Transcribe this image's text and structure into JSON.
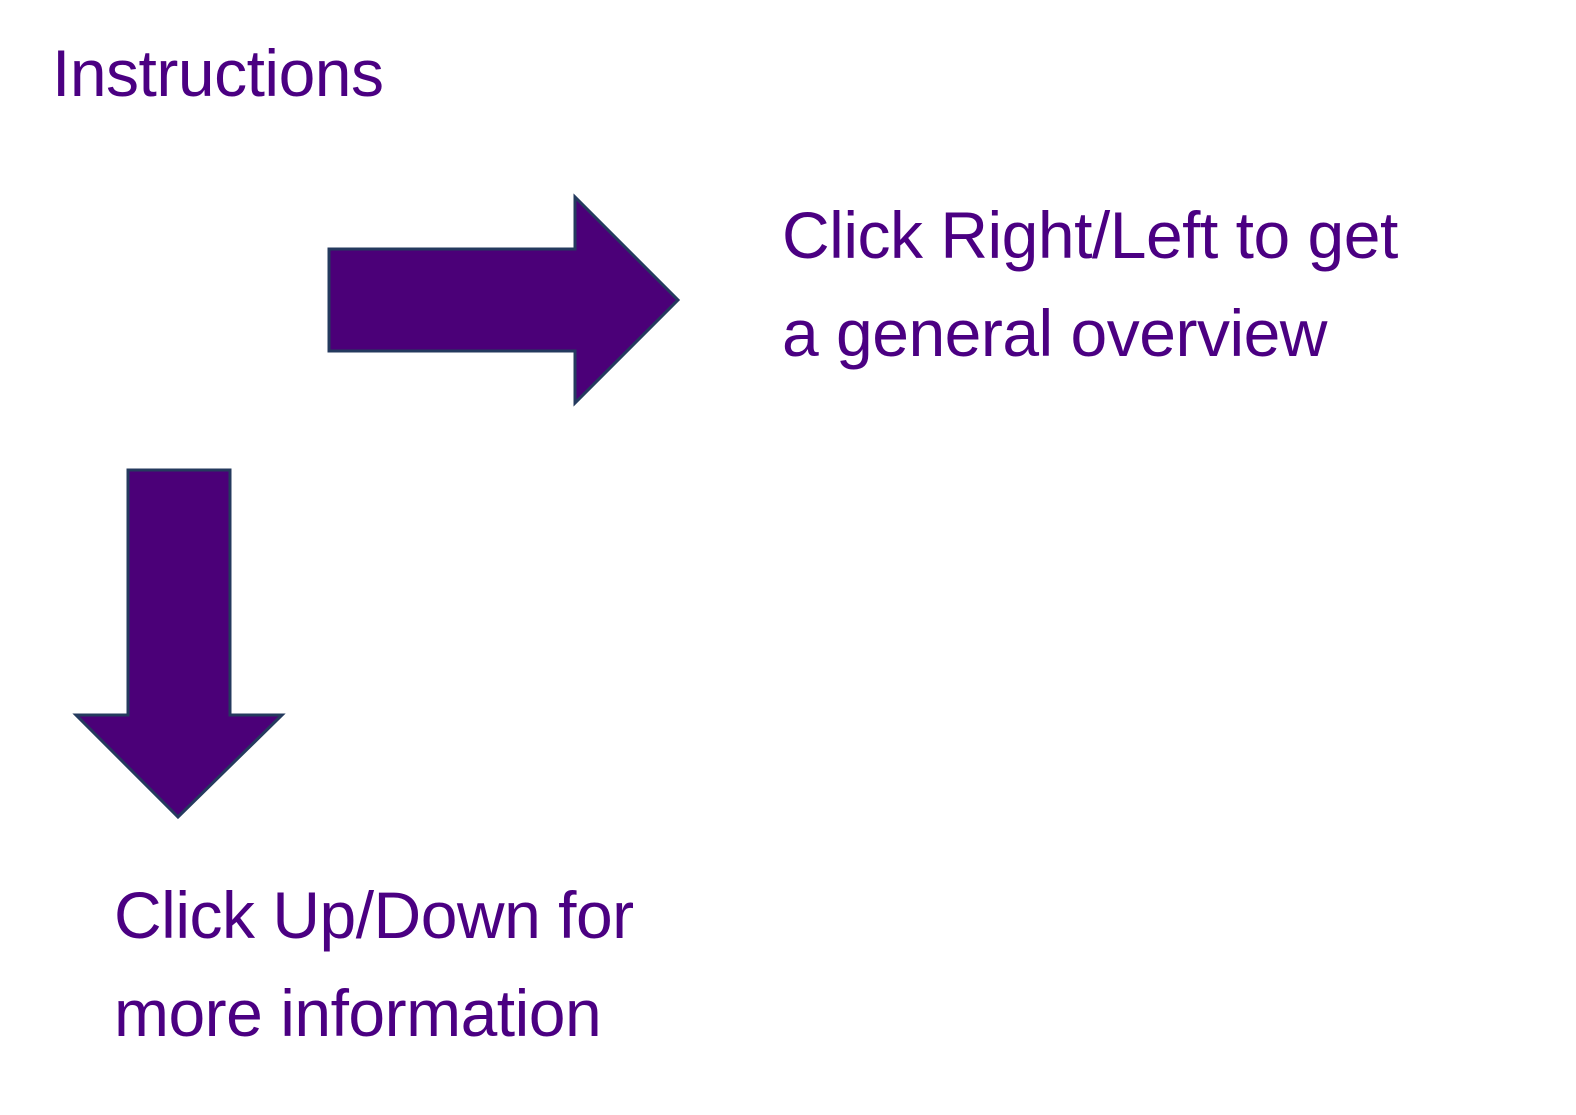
{
  "colors": {
    "text": "#4b0082",
    "arrow_fill": "#4b0078",
    "arrow_stroke": "#243a5e",
    "background": "#ffffff"
  },
  "slide": {
    "title": "Instructions",
    "right_arrow": {
      "icon": "arrow-right-icon",
      "caption_lines": [
        "Click Right/Left to get",
        "a general overview"
      ]
    },
    "down_arrow": {
      "icon": "arrow-down-icon",
      "caption_lines": [
        "Click Up/Down for",
        "more information"
      ]
    }
  }
}
